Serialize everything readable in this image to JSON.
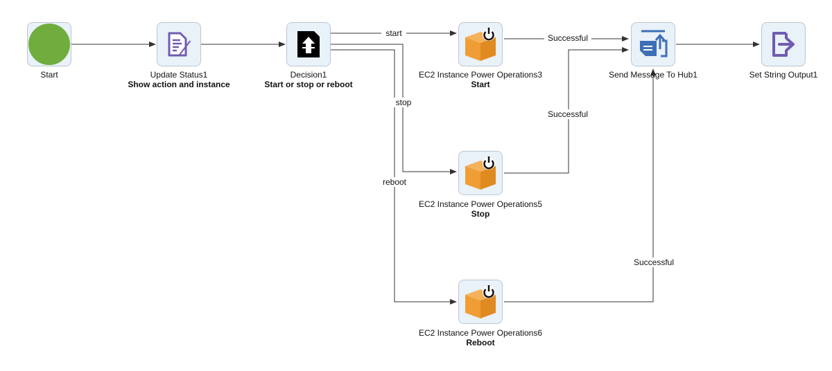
{
  "colors": {
    "start": "#70ad3e",
    "task": "#6f5cb0",
    "decision": "#000000",
    "ec2": "#f09d35",
    "message": "#3d6fb6",
    "output": "#6f5cb0",
    "edge": "#333333"
  },
  "nodes": {
    "start": {
      "name": "Start",
      "icon": "start-circle-icon"
    },
    "update_status": {
      "name": "Update Status1",
      "desc": "Show action and instance",
      "icon": "document-edit-icon"
    },
    "decision": {
      "name": "Decision1",
      "desc": "Start or stop or reboot",
      "icon": "decision-icon"
    },
    "ec2_start": {
      "name": "EC2 Instance Power Operations3",
      "desc": "Start",
      "icon": "ec2-power-icon"
    },
    "ec2_stop": {
      "name": "EC2 Instance Power Operations5",
      "desc": "Stop",
      "icon": "ec2-power-icon"
    },
    "ec2_reboot": {
      "name": "EC2 Instance Power Operations6",
      "desc": "Reboot",
      "icon": "ec2-power-icon"
    },
    "send_message": {
      "name": "Send Message To Hub1",
      "icon": "send-message-icon"
    },
    "set_output": {
      "name": "Set String Output1",
      "icon": "exit-arrow-icon"
    }
  },
  "edges": {
    "start": "start",
    "stop": "stop",
    "reboot": "reboot",
    "successful": "Successful"
  }
}
